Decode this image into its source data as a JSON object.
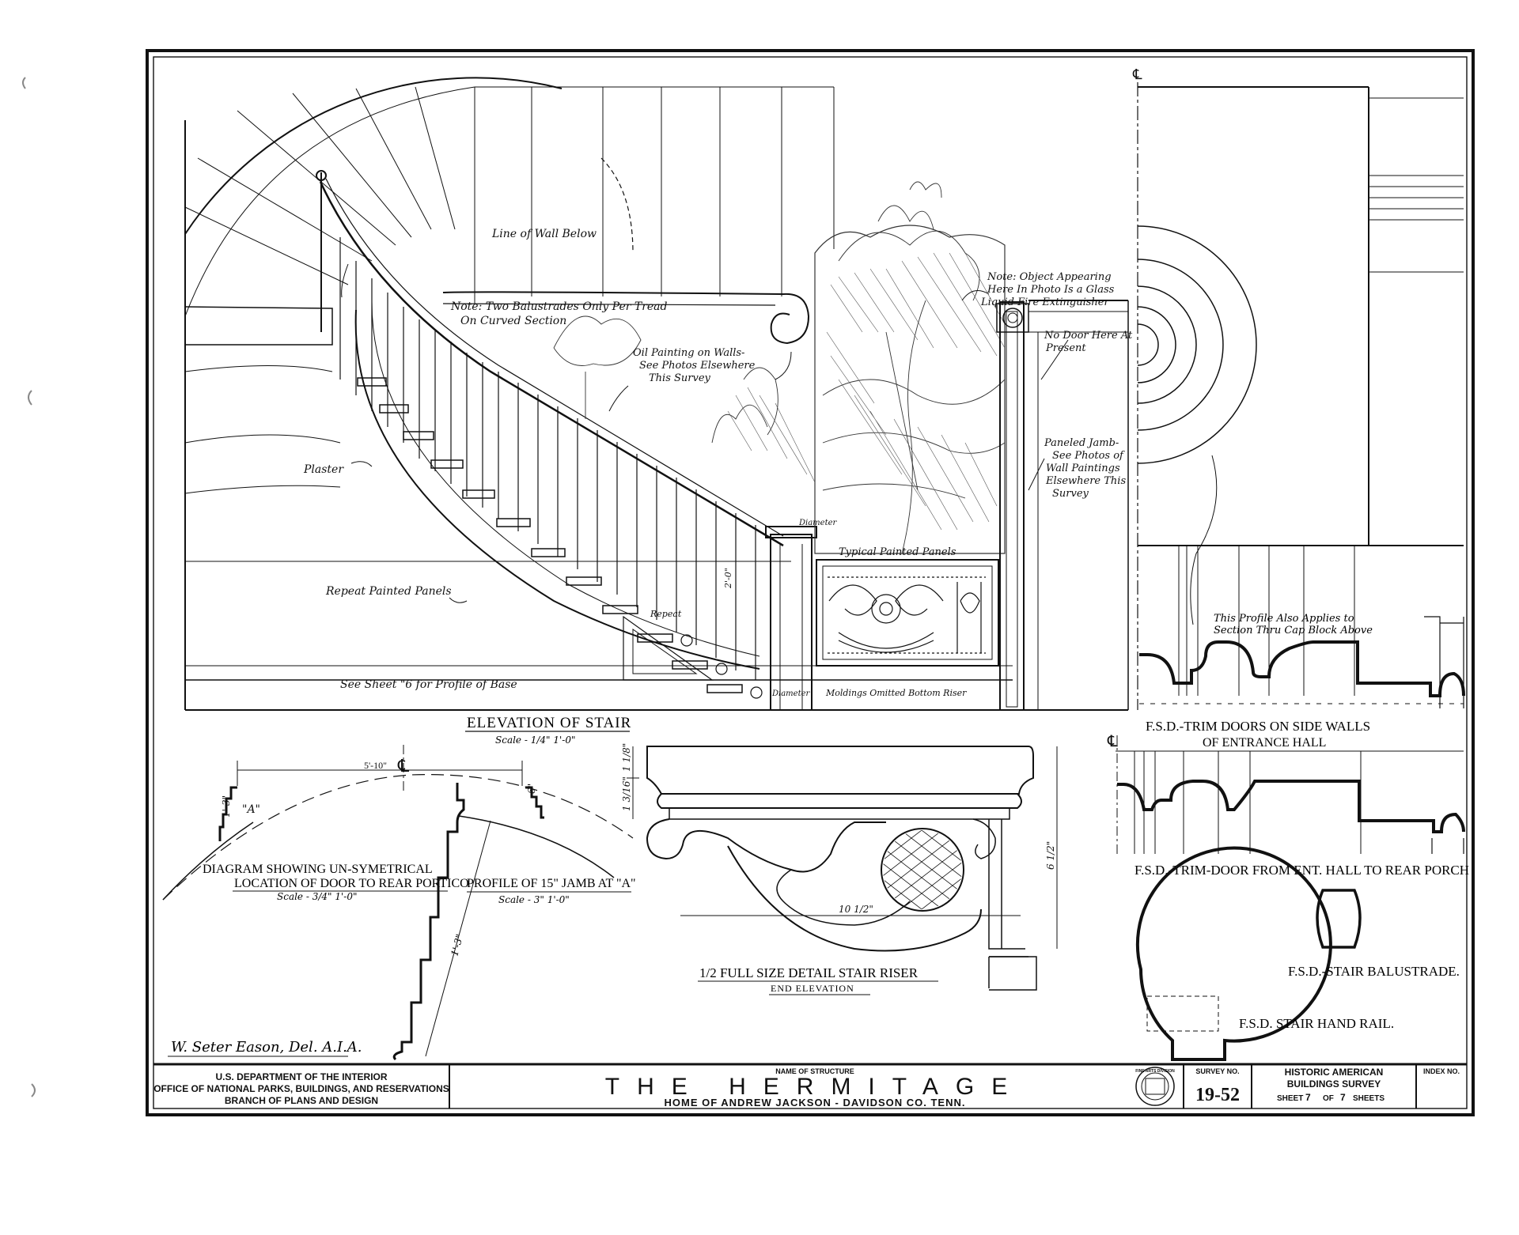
{
  "elevation_drawing": {
    "notes": {
      "line_of_wall": "Line of Wall Below",
      "balustrades_1": "Note: Two Balustrades Only Per Tread",
      "balustrades_2": "On Curved Section",
      "oil_1": "Oil Painting on Walls-",
      "oil_2": "See Photos Elsewhere",
      "oil_3": "This Survey",
      "object_1": "Note: Object Appearing",
      "object_2": "Here In Photo Is a Glass",
      "object_3": "Liquid Fire Extinguisher",
      "nodoor_1": "No Door Here At",
      "nodoor_2": "Present",
      "jamb_1": "Paneled Jamb-",
      "jamb_2": "See Photos of",
      "jamb_3": "Wall Paintings",
      "jamb_4": "Elsewhere This",
      "jamb_5": "Survey",
      "plaster": "Plaster",
      "repeat_panels": "Repeat Painted Panels",
      "typical_panels": "Typical Painted Panels",
      "repeat": "Repeat",
      "diameter": "Diameter",
      "base": "See Sheet \"6 for Profile of Base",
      "diam_bottom": "Diameter",
      "moldings": "Moldings Omitted Bottom Riser",
      "dim_2ft": "2'-0\""
    },
    "title": "ELEVATION OF STAIR",
    "scale": "Scale - 1/4\" 1'-0\""
  },
  "diagram": {
    "dim_top": "5'-10\"",
    "dim_left": "1'-3\"",
    "dim_right": "6\"",
    "label_a": "\"A\"",
    "title_1": "DIAGRAM SHOWING UN-SYMETRICAL",
    "title_2": "LOCATION OF DOOR TO REAR PORTICO",
    "scale": "Scale - 3/4\" 1'-0\""
  },
  "jamb_profile": {
    "title": "PROFILE OF 15\" JAMB AT \"A\"",
    "scale": "Scale - 3\" 1'-0\"",
    "dim": "1'-3\""
  },
  "riser_detail": {
    "dim_a": "1 1/8\"",
    "dim_b": "1 3/16\"",
    "dim_width": "10 1/2\"",
    "dim_height": "6 1/2\"",
    "title": "1/2 FULL SIZE DETAIL STAIR RISER",
    "subtitle": "END ELEVATION"
  },
  "trim_details": {
    "profile_note_1": "This Profile Also Applies to",
    "profile_note_2": "Section Thru Cap Block Above",
    "side_walls_1": "F.S.D.-TRIM DOORS ON SIDE WALLS",
    "side_walls_2": "OF ENTRANCE HALL",
    "rear_porch": "F.S.D.-TRIM-DOOR FROM ENT. HALL TO REAR PORCH",
    "balustrade": "F.S.D.-STAIR BALUSTRADE.",
    "handrail": "F.S.D. STAIR HAND RAIL."
  },
  "signature": "W. Seter Eason, Del. A.I.A.",
  "title_block": {
    "dept_1": "U.S. DEPARTMENT OF THE INTERIOR",
    "dept_2": "OFFICE OF NATIONAL PARKS, BUILDINGS, AND RESERVATIONS",
    "dept_3": "BRANCH OF PLANS AND DESIGN",
    "name_label": "NAME OF STRUCTURE",
    "structure": "THE HERMITAGE",
    "subtitle": "HOME OF ANDREW JACKSON - DAVIDSON CO. TENN.",
    "seal_text": "FINE ARTS DIVISION",
    "survey_label": "SURVEY NO.",
    "survey_no": "19-52",
    "habs_1": "HISTORIC AMERICAN",
    "habs_2": "BUILDINGS SURVEY",
    "sheet_word": "SHEET",
    "sheet_no": "7",
    "of_word": "OF",
    "sheet_total": "7",
    "sheets_word": "SHEETS",
    "index_label": "INDEX NO."
  }
}
